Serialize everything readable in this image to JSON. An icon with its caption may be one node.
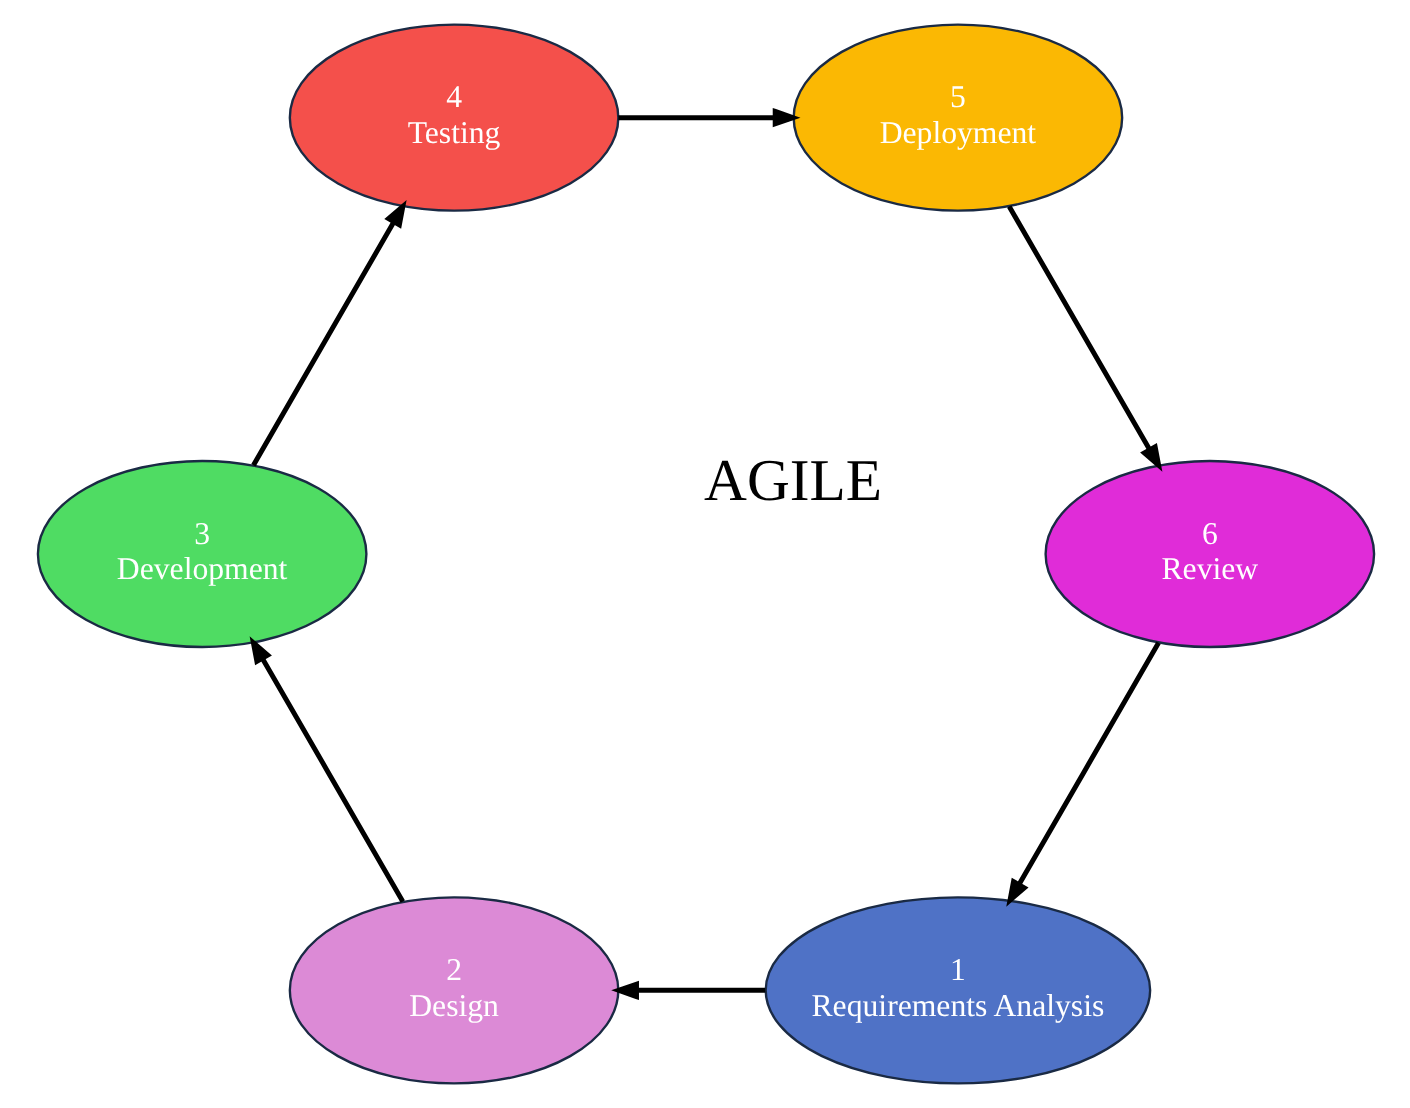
{
  "diagram": {
    "nodes": [
      {
        "text": [
          "1",
          "Requirements Analysis"
        ]
      },
      {
        "text": [
          "2",
          "Design"
        ]
      },
      {
        "text": [
          "3",
          "Development"
        ]
      },
      {
        "text": [
          "4",
          "Testing"
        ]
      },
      {
        "text": [
          "5",
          "Deployment"
        ]
      },
      {
        "text": [
          "6",
          "Review"
        ]
      }
    ],
    "edges": [
      {
        "from": 0,
        "to": 1,
        "arrow": "to"
      },
      {
        "from": 1,
        "to": 2,
        "arrow": "to"
      },
      {
        "from": 2,
        "to": 3,
        "arrow": "to"
      },
      {
        "from": 3,
        "to": 4,
        "arrow": "to"
      },
      {
        "from": 4,
        "to": 5,
        "arrow": "to"
      },
      {
        "from": 5,
        "to": 0,
        "arrow": "to"
      }
    ],
    "labels": [
      "AGILE"
    ]
  }
}
